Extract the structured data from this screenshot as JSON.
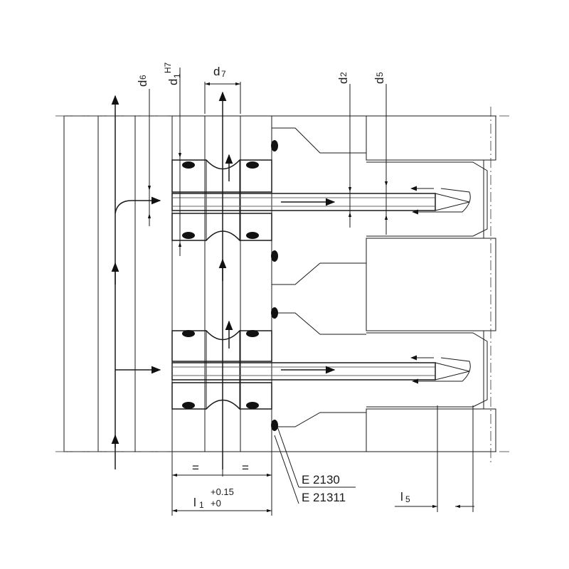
{
  "labels": {
    "d6": "d",
    "d6_sub": "6",
    "d1": "d",
    "d1_sub": "1",
    "d1_sup": "H7",
    "d7": "d",
    "d7_sub": "7",
    "d2": "d",
    "d2_sub": "2",
    "d5": "d",
    "d5_sub": "5",
    "eq_left": "=",
    "eq_right": "=",
    "l1": "l",
    "l1_sub": "1",
    "tol_upper": "+0.15",
    "tol_lower": "+0",
    "part_1": "E 2130",
    "part_2": "E 21311",
    "l5": "l",
    "l5_sub": "5"
  },
  "colors": {
    "line": "#1a1a1a",
    "steel_fill": "#cfcfcf",
    "tube_fill": "#a9a9a9",
    "oring_fill": "#111111",
    "background": "#ffffff"
  }
}
